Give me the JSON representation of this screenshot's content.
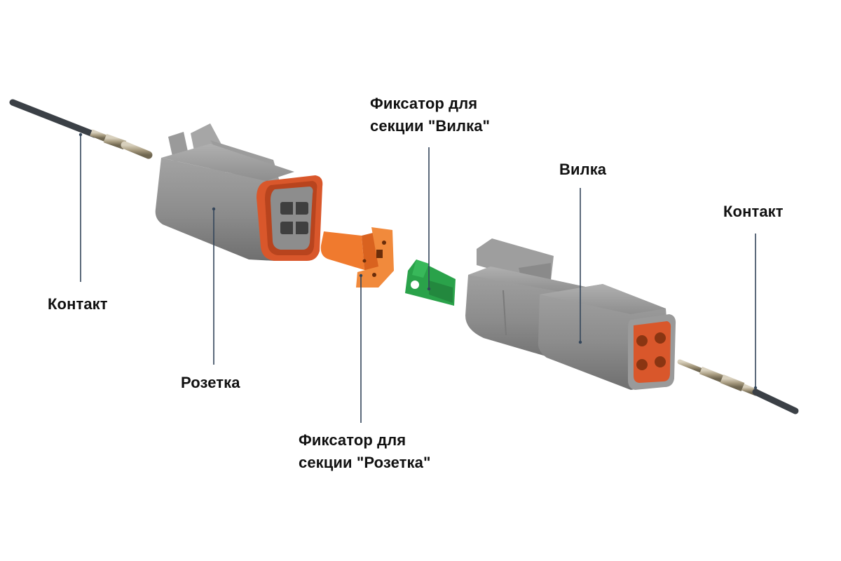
{
  "labels": {
    "contact_left": "Контакт",
    "socket": "Розетка",
    "socket_lock_line1": "Фиксатор для",
    "socket_lock_line2": "секции \"Розетка\"",
    "plug_lock_line1": "Фиксатор для",
    "plug_lock_line2": "секции \"Вилка\"",
    "plug": "Вилка",
    "contact_right": "Контакт"
  },
  "colors": {
    "housing_gray": "#8f8f8f",
    "seal_orange": "#d9572b",
    "socket_lock_orange": "#f07a2e",
    "plug_lock_green": "#2aa24a",
    "wire": "#3b4046",
    "leader_line": "#33455a",
    "text": "#111111"
  }
}
